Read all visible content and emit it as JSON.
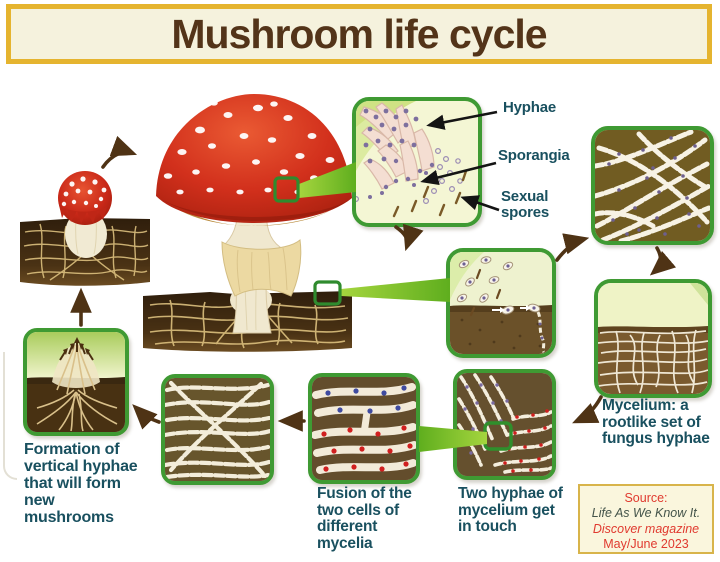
{
  "title": "Mushroom life cycle",
  "callouts": {
    "hyphae": "Hyphae",
    "sporangia": "Sporangia",
    "sexual_spores": "Sexual spores"
  },
  "captions": {
    "mycelium": "Mycelium: a rootlike set of fungus hyphae",
    "formation": "Formation of vertical hyphae that will form new mushrooms",
    "fusion": "Fusion of the two cells of different mycelia",
    "two_hyphae": "Two hyphae of mycelium get in touch"
  },
  "source": {
    "label": "Source:",
    "work": "Life As We Know It.",
    "publication": "Discover magazine",
    "date": "May/June 2023"
  },
  "icons": {
    "cycle_arrows": "curved-brown-arrow",
    "label_arrows": "black-pointer-arrow",
    "zoom_wedges": "green-magnifier-wedge",
    "callout_squares": "green-callout-square"
  },
  "colors": {
    "title_text": "#533419",
    "title_bg": "#f5f2dd",
    "title_border": "#e5b42f",
    "label_text": "#19505f",
    "panel_border": "#3f9a33",
    "wedge_green": "#7cc228",
    "arrow_brown": "#4f3315",
    "source_red": "#e03a2f",
    "source_bg": "#faf6dd",
    "source_border": "#d8b44a",
    "mushroom_cap_red": "#cc2b1b",
    "soil_brown": "#3c2913"
  }
}
